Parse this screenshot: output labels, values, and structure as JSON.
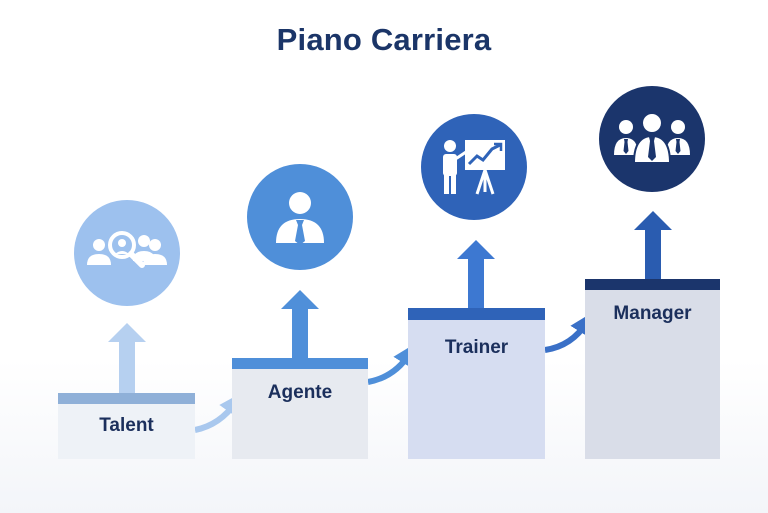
{
  "title": "Piano Carriera",
  "steps": [
    {
      "label": "Talent",
      "icon": "talent-search-icon",
      "color": "#9dc1ee"
    },
    {
      "label": "Agente",
      "icon": "agent-person-icon",
      "color": "#4f8fd9"
    },
    {
      "label": "Trainer",
      "icon": "trainer-presentation-icon",
      "color": "#2f63b8"
    },
    {
      "label": "Manager",
      "icon": "manager-team-icon",
      "color": "#1b356c"
    }
  ]
}
